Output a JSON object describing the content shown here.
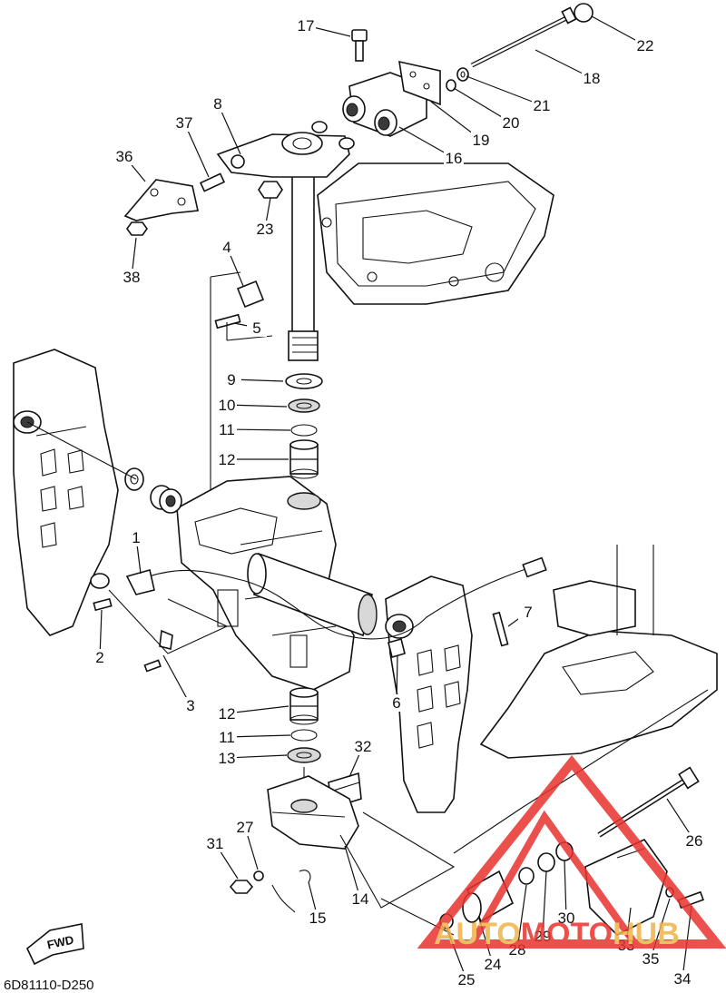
{
  "diagram": {
    "code": "6D81110-D250",
    "fwd_label": "FWD",
    "callouts": [
      "1",
      "2",
      "3",
      "4",
      "5",
      "6",
      "7",
      "8",
      "9",
      "10",
      "11",
      "11",
      "12",
      "12",
      "13",
      "14",
      "15",
      "16",
      "17",
      "18",
      "19",
      "20",
      "21",
      "22",
      "23",
      "24",
      "25",
      "26",
      "27",
      "28",
      "29",
      "30",
      "31",
      "32",
      "33",
      "34",
      "35",
      "36",
      "37",
      "38"
    ]
  },
  "watermark": {
    "brand_part1": "AUTO",
    "brand_part2": "MOTO",
    "brand_part3": "HUB",
    "color_primary": "#e8322f",
    "color_secondary": "#f2b24a"
  }
}
